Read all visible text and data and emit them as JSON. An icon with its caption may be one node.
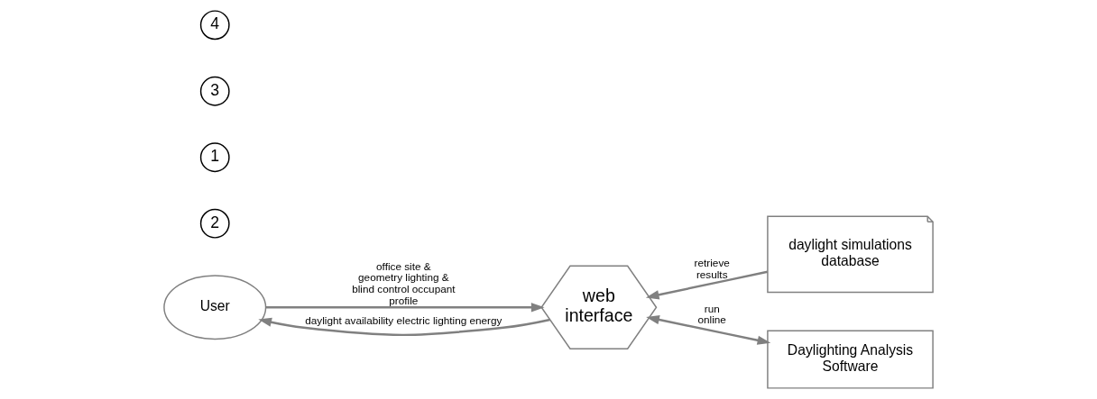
{
  "diagram": {
    "nodes": [
      {
        "text": [
          "User"
        ]
      },
      {
        "text": [
          "web interface"
        ]
      },
      {
        "text": [
          "daylight simulations database"
        ]
      },
      {
        "text": [
          "Daylighting Analysis Software"
        ]
      }
    ],
    "edges": [
      {
        "from": 0,
        "to": 1,
        "arrow": "to",
        "label": "office site & geometry lighting & blind control occupant profile"
      },
      {
        "from": 1,
        "to": 0,
        "arrow": "to",
        "label": "daylight availability electric lighting energy"
      },
      {
        "from": 2,
        "to": 1,
        "arrow": "to",
        "label": "retrieve results"
      },
      {
        "from": 1,
        "to": 3,
        "arrow": "both",
        "label": "run online"
      }
    ],
    "labels": [
      "2",
      "1",
      "3",
      "4"
    ]
  }
}
